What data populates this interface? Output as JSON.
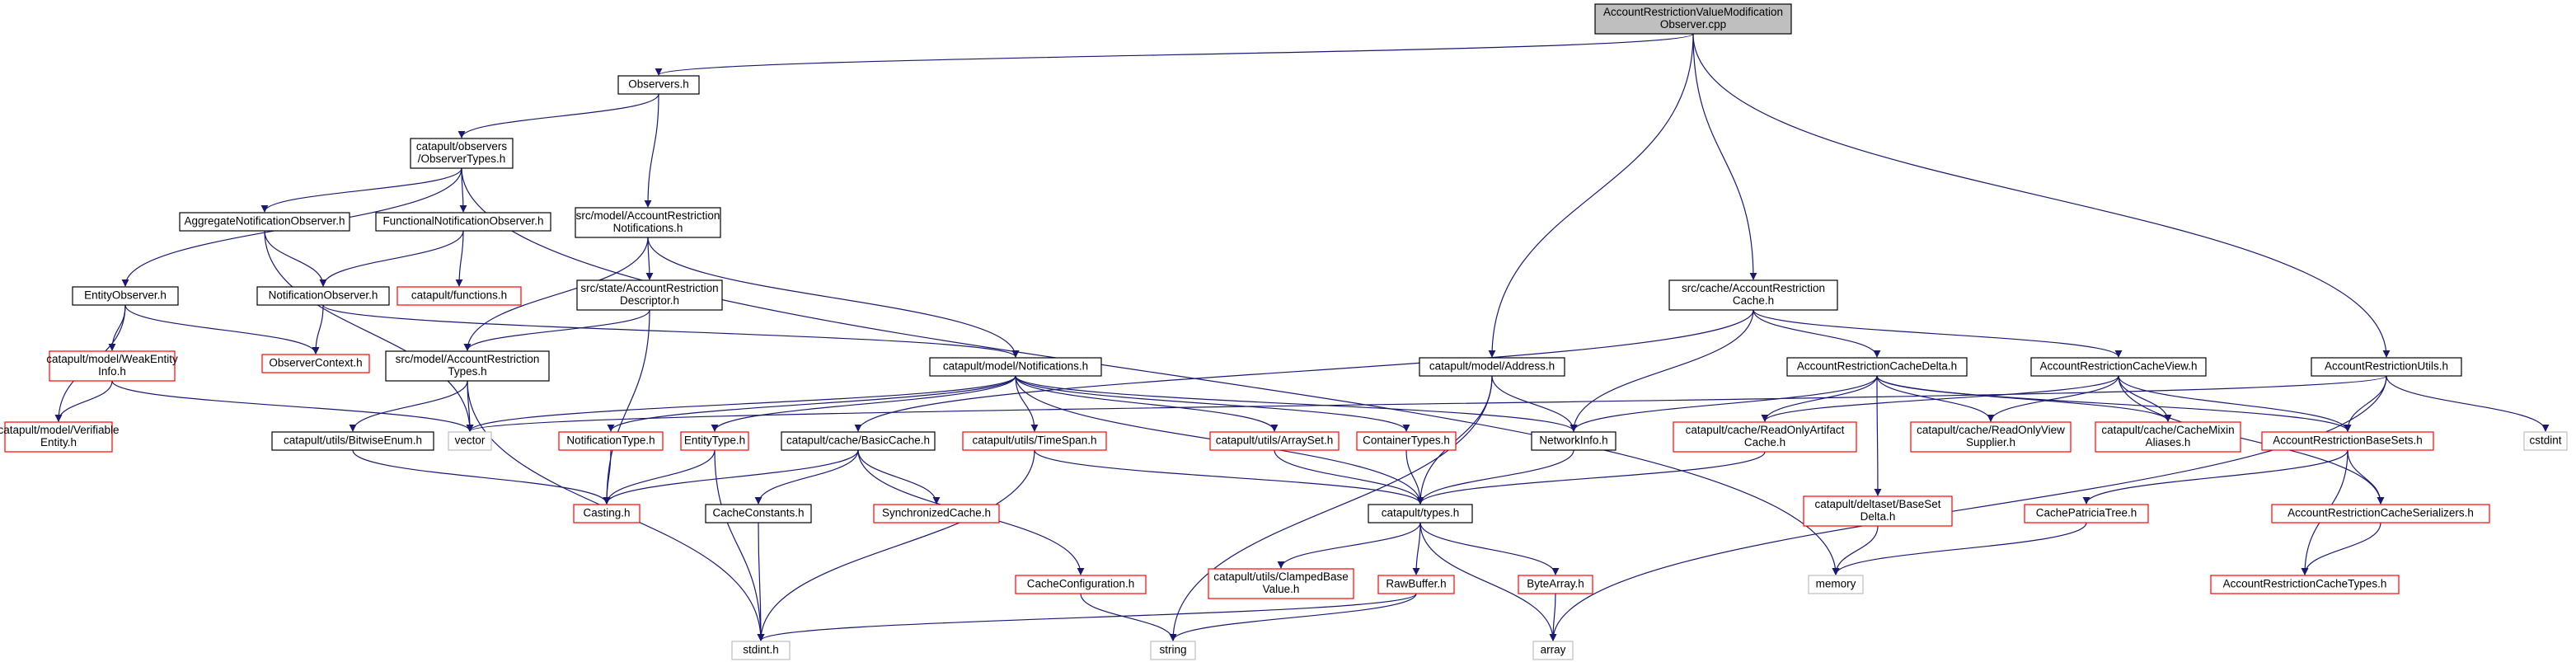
{
  "colors": {
    "root_fill": "#bfbfbf",
    "documented_border": "#000000",
    "undocumented_border": "#ff0000",
    "external_border": "#bfbfbf",
    "edge": "#191970"
  },
  "nodes": {
    "root": [
      "AccountRestrictionValueModification",
      "Observer.cpp"
    ],
    "observers_h": [
      "Observers.h"
    ],
    "observer_types": [
      "catapult/observers",
      "/ObserverTypes.h"
    ],
    "acct_restr_notifications": [
      "src/model/AccountRestriction",
      "Notifications.h"
    ],
    "aggregate_obs": [
      "AggregateNotificationObserver.h"
    ],
    "functional_obs": [
      "FunctionalNotificationObserver.h"
    ],
    "entity_observer": [
      "EntityObserver.h"
    ],
    "notification_observer": [
      "NotificationObserver.h"
    ],
    "functions_h": [
      "catapult/functions.h"
    ],
    "state_descriptor": [
      "src/state/AccountRestriction",
      "Descriptor.h"
    ],
    "cache_h": [
      "src/cache/AccountRestriction",
      "Cache.h"
    ],
    "weak_entity": [
      "catapult/model/WeakEntity",
      "Info.h"
    ],
    "observer_context": [
      "ObserverContext.h"
    ],
    "model_types": [
      "src/model/AccountRestriction",
      "Types.h"
    ],
    "model_notifications": [
      "catapult/model/Notifications.h"
    ],
    "model_address": [
      "catapult/model/Address.h"
    ],
    "cache_delta": [
      "AccountRestrictionCacheDelta.h"
    ],
    "cache_view": [
      "AccountRestrictionCacheView.h"
    ],
    "restriction_utils": [
      "AccountRestrictionUtils.h"
    ],
    "verifiable_entity": [
      "catapult/model/Verifiable",
      "Entity.h"
    ],
    "bitwise_enum": [
      "catapult/utils/BitwiseEnum.h"
    ],
    "vector": [
      "vector"
    ],
    "notification_type": [
      "NotificationType.h"
    ],
    "entity_type": [
      "EntityType.h"
    ],
    "basic_cache": [
      "catapult/cache/BasicCache.h"
    ],
    "timespan": [
      "catapult/utils/TimeSpan.h"
    ],
    "arrayset": [
      "catapult/utils/ArraySet.h"
    ],
    "container_types": [
      "ContainerTypes.h"
    ],
    "network_info": [
      "NetworkInfo.h"
    ],
    "readonly_artifact": [
      "catapult/cache/ReadOnlyArtifact",
      "Cache.h"
    ],
    "readonly_view": [
      "catapult/cache/ReadOnlyView",
      "Supplier.h"
    ],
    "cache_mixin": [
      "catapult/cache/CacheMixin",
      "Aliases.h"
    ],
    "base_sets": [
      "AccountRestrictionBaseSets.h"
    ],
    "cstdint": [
      "cstdint"
    ],
    "casting": [
      "Casting.h"
    ],
    "cache_constants": [
      "CacheConstants.h"
    ],
    "synchronized_cache": [
      "SynchronizedCache.h"
    ],
    "types_h": [
      "catapult/types.h"
    ],
    "baseset_delta": [
      "catapult/deltaset/BaseSet",
      "Delta.h"
    ],
    "patricia_tree": [
      "CachePatriciaTree.h"
    ],
    "cache_serializers": [
      "AccountRestrictionCacheSerializers.h"
    ],
    "cache_configuration": [
      "CacheConfiguration.h"
    ],
    "clamped_base": [
      "catapult/utils/ClampedBase",
      "Value.h"
    ],
    "rawbuffer": [
      "RawBuffer.h"
    ],
    "bytearray": [
      "ByteArray.h"
    ],
    "memory": [
      "memory"
    ],
    "cache_types": [
      "AccountRestrictionCacheTypes.h"
    ],
    "stdint": [
      "stdint.h"
    ],
    "string": [
      "string"
    ],
    "array": [
      "array"
    ]
  }
}
